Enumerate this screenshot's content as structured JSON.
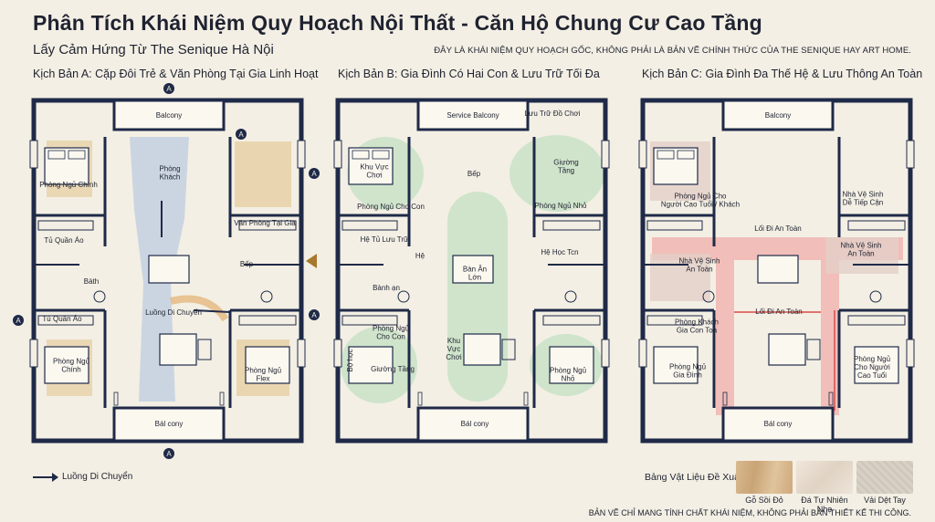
{
  "title": "Phân Tích Khái Niệm Quy Hoạch Nội Thất - Căn Hộ Chung Cư Cao Tầng",
  "subtitle": "Lấy Cảm Hứng Từ The Senique Hà Nội",
  "disclaimer": "ĐÂY LÀ KHÁI NIỆM QUY HOẠCH GỐC, KHÔNG PHẢI LÀ BẢN VẼ CHÍNH THỨC CỦA THE SENIQUE HAY ART HOME.",
  "scenarios": [
    {
      "title": "Kịch Bản A: Cặp Đôi Trẻ & Văn Phòng Tại Gia Linh Hoạt",
      "labels": {
        "balcony_top": "Balcony",
        "master_bed": "Phòng Ngủ Chính",
        "living": "Phòng\nKhách",
        "office": "Văn Phòng Tại Gia",
        "wardrobe1": "Tủ Quần Áo",
        "bath": "Bàth",
        "wardrobe2": "Tủ Quần Áo",
        "kitchen": "Bếp",
        "flow": "Luồng Di Chuyển",
        "bed2": "Phòng Ngủ\nChính",
        "flex": "Phòng Ngủ\nFlex",
        "balcony_bottom": "Bál cony"
      },
      "markers": [
        "A",
        "A",
        "A",
        "A",
        "A",
        "A"
      ]
    },
    {
      "title": "Kịch Bản B: Gia Đình Có Hai Con & Lưu Trữ Tối Đa",
      "labels": {
        "balcony_top": "Service Balcony",
        "toy_storage": "Lưu Trữ Đồ Chơi",
        "play": "Khu Vực\nChơi",
        "kitchen": "Bếp",
        "bunk": "Giường\nTầng",
        "kids_room": "Phòng Ngủ Cho Con",
        "small_room": "Phòng Ngủ Nhỏ",
        "storage_sys": "Hệ Tủ Lưu Trữ",
        "he": "Hệ",
        "dining": "Bàn Ăn\nLớn",
        "study": "Hệ Học Tcn",
        "bath": "Bành ạn",
        "kids_room2": "Phòng Ngủ\nCho Con",
        "bunk2": "Giường Tầng",
        "desk": "Bộ học",
        "play2": "Khu\nVực\nChơi",
        "small_room2": "Phòng Ngủ\nNhỏ",
        "balcony_bottom": "Bál cony"
      }
    },
    {
      "title": "Kịch Bản C: Gia Đình Đa Thế Hệ & Lưu Thông An Toàn",
      "labels": {
        "balcony_top": "Balcony",
        "elder_guest": "Phòng Ngủ Cho\nNgười Cao Tuổi / Khách",
        "access_wc": "Nhà Vệ Sinh\nDễ Tiếp Cận",
        "safe_path1": "Lối Đi An Toàn",
        "safe_wc1": "Nhà Vệ Sinh\nAn Toàn",
        "safe_wc2": "Nhà Vệ Sinh\nAn Toàn",
        "safe_path2": "Lối Đi An Toàn",
        "big_living": "Phòng Khách\nGia Con Toà",
        "family_bed": "Phòng Ngủ\nGia Đình",
        "elder_bed": "Phòng Ngủ\nCho Người\nCao Tuổi",
        "balcony_bottom": "Bál cony"
      }
    }
  ],
  "legend": {
    "flow": "Luồng Di Chuyển"
  },
  "materials": {
    "title": "Bảng Vật Liệu Đề Xuất",
    "items": [
      {
        "name": "Gỗ Sồi Đỏ",
        "color": "#d9b98f"
      },
      {
        "name": "Đá Tự Nhiên Nhẹ",
        "color": "#e8ddd0"
      },
      {
        "name": "Vải Dệt Tay",
        "color": "#d8d1c6"
      }
    ]
  },
  "footer": "BẢN VẼ CHỈ MANG TÍNH CHẤT KHÁI NIỆM, KHÔNG PHẢI BẢN THIẾT KẾ THI CÔNG.",
  "colors": {
    "wall": "#1f2a48",
    "blue_zone": "#a9bfe0",
    "gold_zone": "#e2c58e",
    "green_zone": "#bfe0c0",
    "red_zone": "#f0a9a6",
    "accent_arrow": "#a8782f"
  }
}
